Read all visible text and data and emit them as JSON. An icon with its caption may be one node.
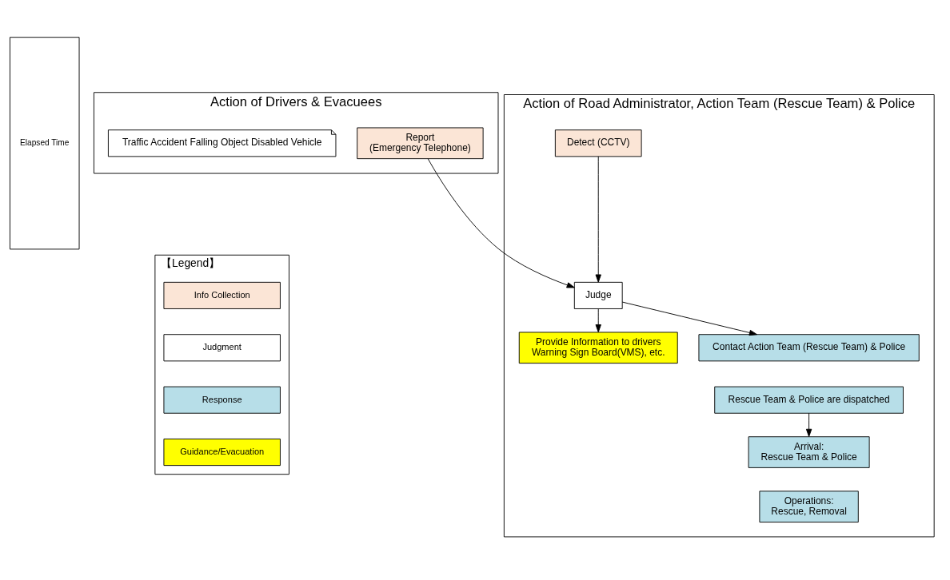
{
  "diagram": {
    "nodes": [
      {
        "text": [
          "Elapsed Time"
        ]
      },
      {
        "text": [
          "Action of Drivers & Evacuees"
        ]
      },
      {
        "text": [
          "Action of Road Administrator, Action Team (Rescue Team) & Police"
        ]
      },
      {
        "text": [
          "Traffic Accident Falling Object Disabled Vehicle"
        ],
        "in": 1
      },
      {
        "text": [
          "Report",
          "(Emergency Telephone)"
        ],
        "in": 1
      },
      {
        "text": [
          "Detect (CCTV)"
        ],
        "in": 2
      },
      {
        "text": [
          "Judge"
        ],
        "in": 2
      },
      {
        "text": [
          "Provide Information to drivers",
          "Warning Sign Board(VMS), etc."
        ],
        "in": 2
      },
      {
        "text": [
          "Contact Action Team (Rescue Team) & Police"
        ],
        "in": 2
      },
      {
        "text": [
          "Rescue Team & Police are dispatched"
        ],
        "in": 2
      },
      {
        "text": [
          "Arrival:",
          "Rescue Team & Police"
        ],
        "in": 2
      },
      {
        "text": [
          "Operations:",
          "Rescue, Removal"
        ],
        "in": 2
      },
      {
        "text": [
          "【Legend】"
        ]
      }
    ],
    "edges": [
      {
        "from": 4,
        "to": 6,
        "arrow": "to"
      },
      {
        "from": 5,
        "to": 6,
        "arrow": "to"
      },
      {
        "from": 6,
        "to": 7,
        "arrow": "to"
      },
      {
        "from": 6,
        "to": 8,
        "arrow": "to"
      },
      {
        "from": 9,
        "to": 10,
        "arrow": "to"
      }
    ],
    "legend": [
      {
        "text": "Info Collection",
        "color": "#fbe5d6"
      },
      {
        "text": "Judgment",
        "color": "#ffffff"
      },
      {
        "text": "Response",
        "color": "#b7dee8"
      },
      {
        "text": "Guidance/Evacuation",
        "color": "#ffff00"
      }
    ]
  }
}
